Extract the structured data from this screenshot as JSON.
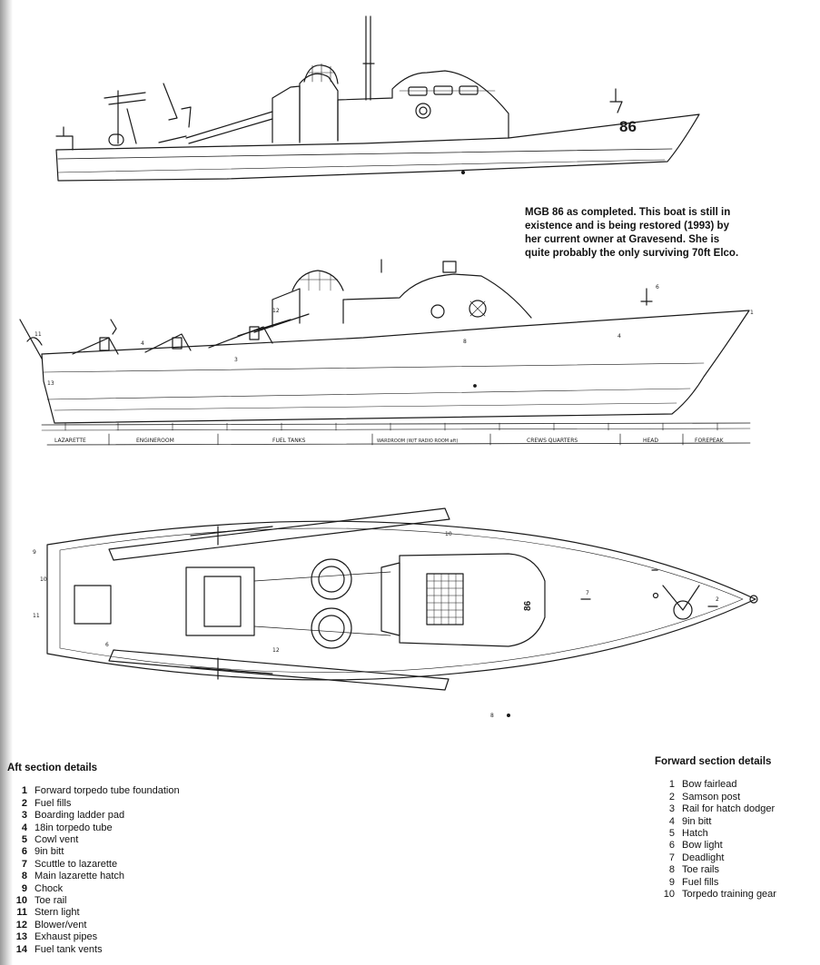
{
  "caption": {
    "lines": [
      "MGB 86 as completed. This boat is still in",
      "existence and is being restored (1993) by",
      "her current owner at Gravesend. She is",
      "quite probably the only surviving 70ft Elco."
    ]
  },
  "profile_view": {
    "hull_number": "86"
  },
  "plan_view": {
    "deck_mark": "86"
  },
  "compartments": [
    "LAZARETTE",
    "ENGINEROOM",
    "FUEL TANKS",
    "WARDROOM (W/T RADIO ROOM aft)",
    "CREWS QUARTERS",
    "HEAD",
    "FOREPEAK"
  ],
  "aft_details": {
    "title": "Aft section details",
    "items": [
      {
        "n": "1",
        "text": "Forward torpedo tube foundation"
      },
      {
        "n": "2",
        "text": "Fuel fills"
      },
      {
        "n": "3",
        "text": "Boarding ladder pad"
      },
      {
        "n": "4",
        "text": "18in torpedo tube"
      },
      {
        "n": "5",
        "text": "Cowl vent"
      },
      {
        "n": "6",
        "text": "9in bitt"
      },
      {
        "n": "7",
        "text": "Scuttle to lazarette"
      },
      {
        "n": "8",
        "text": "Main lazarette hatch"
      },
      {
        "n": "9",
        "text": "Chock"
      },
      {
        "n": "10",
        "text": "Toe rail"
      },
      {
        "n": "11",
        "text": "Stern light"
      },
      {
        "n": "12",
        "text": "Blower/vent"
      },
      {
        "n": "13",
        "text": "Exhaust pipes"
      },
      {
        "n": "14",
        "text": "Fuel tank vents"
      }
    ]
  },
  "forward_details": {
    "title": "Forward section details",
    "items": [
      {
        "n": "1",
        "text": "Bow fairlead"
      },
      {
        "n": "2",
        "text": "Samson post"
      },
      {
        "n": "3",
        "text": "Rail for hatch dodger"
      },
      {
        "n": "4",
        "text": "9in bitt"
      },
      {
        "n": "5",
        "text": "Hatch"
      },
      {
        "n": "6",
        "text": "Bow light"
      },
      {
        "n": "7",
        "text": "Deadlight"
      },
      {
        "n": "8",
        "text": "Toe rails"
      },
      {
        "n": "9",
        "text": "Fuel fills"
      },
      {
        "n": "10",
        "text": "Torpedo training gear"
      }
    ]
  }
}
